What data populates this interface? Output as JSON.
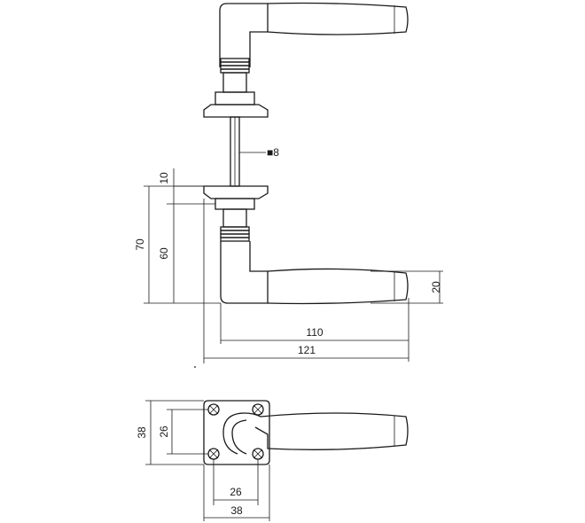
{
  "drawing": {
    "labels": {
      "spindle": "■8",
      "gap_10": "10",
      "height_70": "70",
      "height_60": "60",
      "lever_height_20": "20",
      "length_110": "110",
      "length_121": "121",
      "rose_38_v": "38",
      "rose_26_v": "26",
      "rose_26_h": "26",
      "rose_38_h": "38"
    },
    "colors": {
      "line": "#1a1a1a",
      "background": "#ffffff"
    }
  }
}
